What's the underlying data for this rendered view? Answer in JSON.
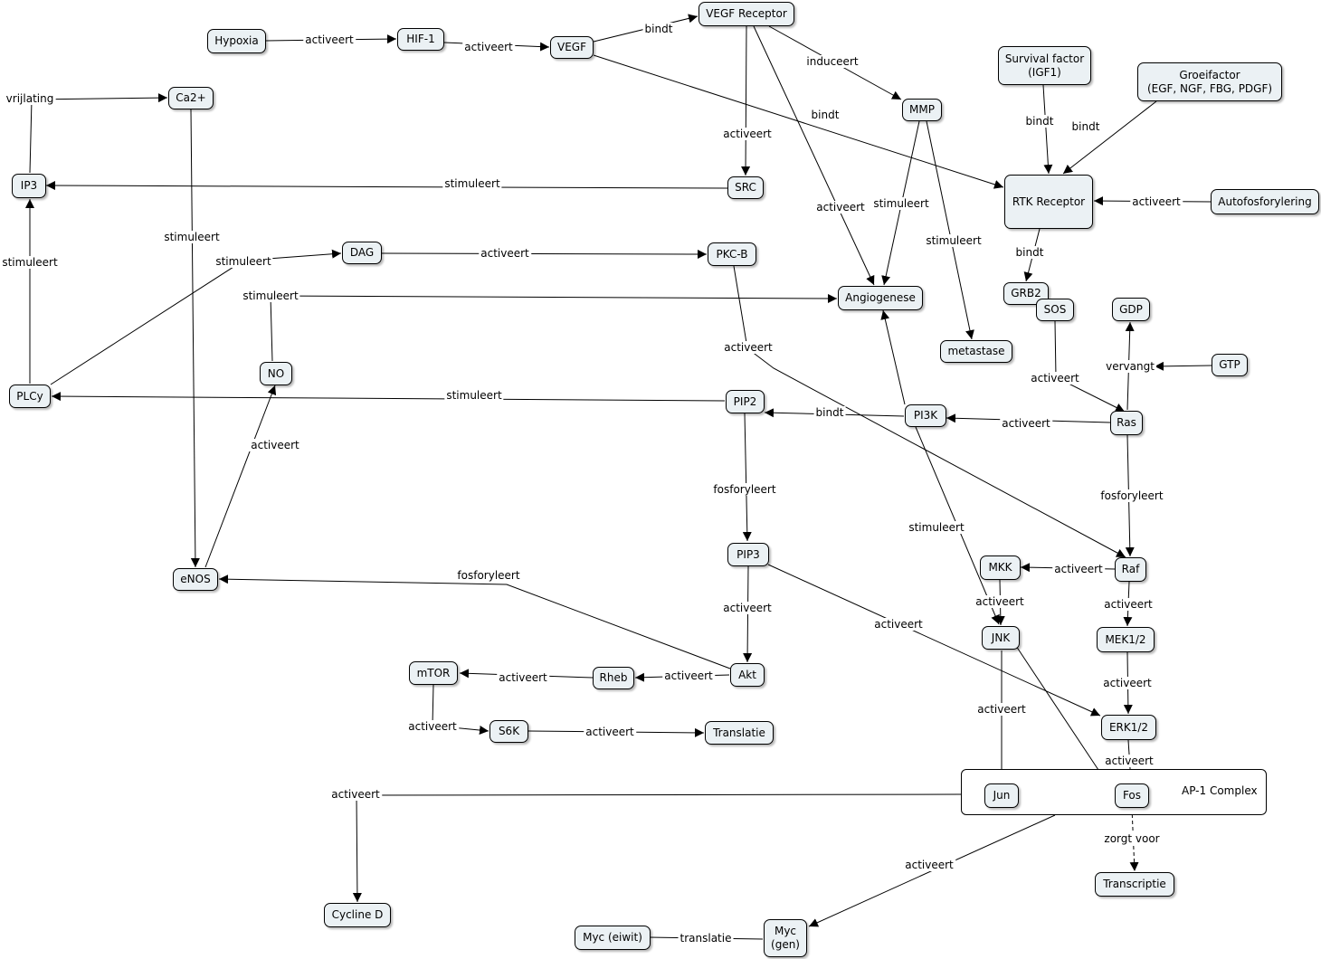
{
  "nodes": {
    "hypoxia": "Hypoxia",
    "hif1": "HIF-1",
    "vegf": "VEGF",
    "vegf_receptor": "VEGF Receptor",
    "ca2": "Ca2+",
    "ip3": "IP3",
    "src": "SRC",
    "mmp": "MMP",
    "survival_factor": "Survival factor\n(IGF1)",
    "groeifactor": "Groeifactor\n(EGF, NGF, FBG, PDGF)",
    "rtk_receptor": "RTK Receptor",
    "autofosforylering": "Autofosforylering",
    "dag": "DAG",
    "pkcb": "PKC-B",
    "angiogenese": "Angiogenese",
    "grb2": "GRB2",
    "sos": "SOS",
    "gdp": "GDP",
    "gtp": "GTP",
    "metastase": "metastase",
    "no": "NO",
    "plcy": "PLCy",
    "pip2": "PIP2",
    "pi3k": "PI3K",
    "ras": "Ras",
    "pip3": "PIP3",
    "mkk": "MKK",
    "raf": "Raf",
    "enos": "eNOS",
    "jnk": "JNK",
    "mek12": "MEK1/2",
    "mtor": "mTOR",
    "rheb": "Rheb",
    "akt": "Akt",
    "s6k": "S6K",
    "translatie_node": "Translatie",
    "erk12": "ERK1/2",
    "jun": "Jun",
    "fos": "Fos",
    "transcriptie": "Transcriptie",
    "cycline_d": "Cycline D",
    "myc_eiwit": "Myc (eiwit)",
    "myc_gen": "Myc\n(gen)"
  },
  "containers": {
    "ap1_complex": "AP-1 Complex"
  },
  "link_labels": {
    "hypoxia_hif1": "activeert",
    "hif1_vegf": "activeert",
    "vegf_receptor": "bindt",
    "vegf_rtk": "bindt",
    "receptor_mmp": "induceert",
    "receptor_src": "activeert",
    "receptor_angio": "activeert",
    "mmp_angio": "stimuleert",
    "mmp_metastase": "stimuleert",
    "survival_rtk": "bindt",
    "groei_rtk": "bindt",
    "auto_rtk": "activeert",
    "rtk_grb2": "bindt",
    "src_ip3": "stimuleert",
    "vrijlating": "vrijlating",
    "ca_enos": "stimuleert",
    "plcy_ip3": "stimuleert",
    "plcy_dag": "stimuleert",
    "dag_pkcb": "activeert",
    "no_angio": "stimuleert",
    "pkcb_raf": "activeert",
    "pip2_plcy": "stimuleert",
    "enos_no": "activeert",
    "pi3k_pip2": "bindt",
    "ras_pi3k": "activeert",
    "sos_ras": "activeert",
    "gtp_vervangt": "vervangt",
    "ras_raf": "fosforyleert",
    "pip2_pip3": "fosforyleert",
    "pi3k_jnk": "stimuleert",
    "raf_mkk": "activeert",
    "mkk_jnk": "activeert",
    "raf_mek": "activeert",
    "akt_enos": "fosforyleert",
    "pip3_akt": "activeert",
    "pip3_erk": "activeert",
    "mek_erk": "activeert",
    "rheb_mtor": "activeert",
    "akt_rheb": "activeert",
    "mtor_s6k": "activeert",
    "s6k_translatie": "activeert",
    "jnk_jun": "activeert",
    "erk_fos": "activeert",
    "fos_transcriptie": "zorgt voor",
    "ap1_cycline": "activeert",
    "ap1_myc": "activeert",
    "myc_translatie": "translatie"
  }
}
